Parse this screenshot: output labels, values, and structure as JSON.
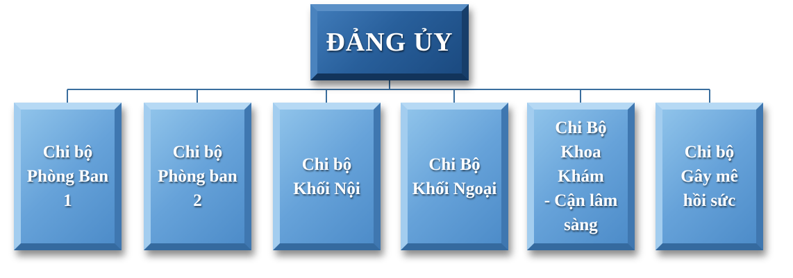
{
  "root": {
    "label": "ĐẢNG ỦY"
  },
  "children": [
    {
      "label": "Chi bộ\nPhòng Ban 1"
    },
    {
      "label": "Chi bộ\nPhòng ban 2"
    },
    {
      "label": "Chi bộ\nKhối Nội"
    },
    {
      "label": "Chi Bộ\nKhối Ngoại"
    },
    {
      "label": "Chi Bộ\nKhoa Khám\n- Cận lâm\nsàng"
    },
    {
      "label": "Chi bộ\nGây mê\nhồi sức"
    }
  ],
  "colors": {
    "connector": "#3a6e9e",
    "root_fill": "#285f9b",
    "child_fill": "#66a2d9"
  }
}
